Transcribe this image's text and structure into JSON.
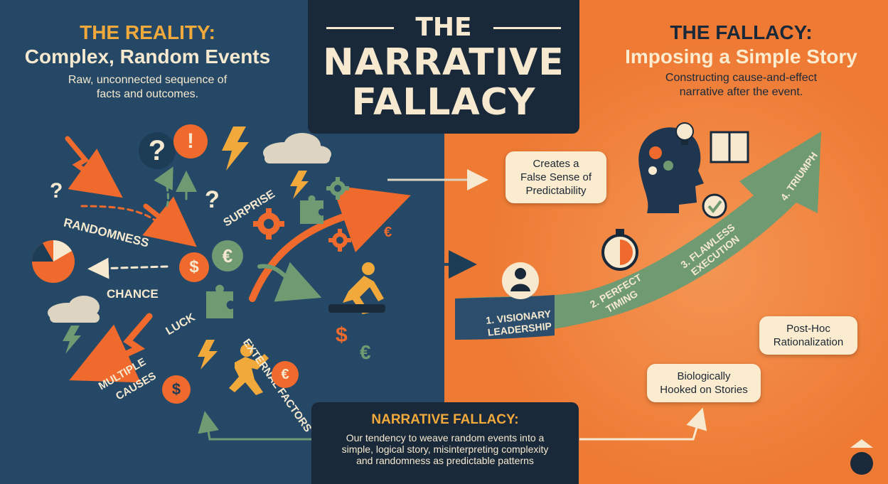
{
  "left": {
    "heading": "THE REALITY:",
    "subheading": "Complex, Random Events",
    "desc_line1": "Raw, unconnected sequence of",
    "desc_line2": "facts and outcomes.",
    "labels": {
      "randomness": "RANDOMNESS",
      "surprise": "SURPRISE",
      "chance": "CHANCE",
      "luck": "LUCK",
      "multiple_causes_1": "MULTIPLE",
      "multiple_causes_2": "CAUSES",
      "external_factors": "EXTERNAL FACTORS"
    }
  },
  "title": {
    "line1": "THE",
    "line2": "NARRATIVE",
    "line3": "FALLACY"
  },
  "right": {
    "heading": "THE FALLACY:",
    "subheading": "Imposing a Simple Story",
    "desc_line1": "Constructing cause-and-effect",
    "desc_line2": "narrative after the event.",
    "steps": [
      {
        "line1": "1. VISIONARY",
        "line2": "LEADERSHIP"
      },
      {
        "line1": "2. PERFECT",
        "line2": "TIMING"
      },
      {
        "line1": "3. FLAWLESS",
        "line2": "EXECUTION"
      },
      {
        "line1": "4. TRIUMPH",
        "line2": ""
      }
    ],
    "callouts": {
      "predictability_1": "Creates a",
      "predictability_2": "False Sense of",
      "predictability_3": "Predictability",
      "posthoc_1": "Post-Hoc",
      "posthoc_2": "Rationalization",
      "bio_1": "Biologically",
      "bio_2": "Hooked on Stories"
    }
  },
  "definition": {
    "heading": "NARRATIVE FALLACY:",
    "line1": "Our tendency to weave random events into a",
    "line2": "simple, logical story, misinterpreting complexity",
    "line3": "and randomness as predictable patterns"
  },
  "symbols": {
    "question": "?",
    "exclamation": "!",
    "dollar": "$",
    "euro": "€"
  },
  "colors": {
    "navy": "#244866",
    "orange": "#ee7a34",
    "cream": "#f6e9cf",
    "gold": "#f2a93b",
    "green": "#6f9a72",
    "dark": "#19293a"
  }
}
